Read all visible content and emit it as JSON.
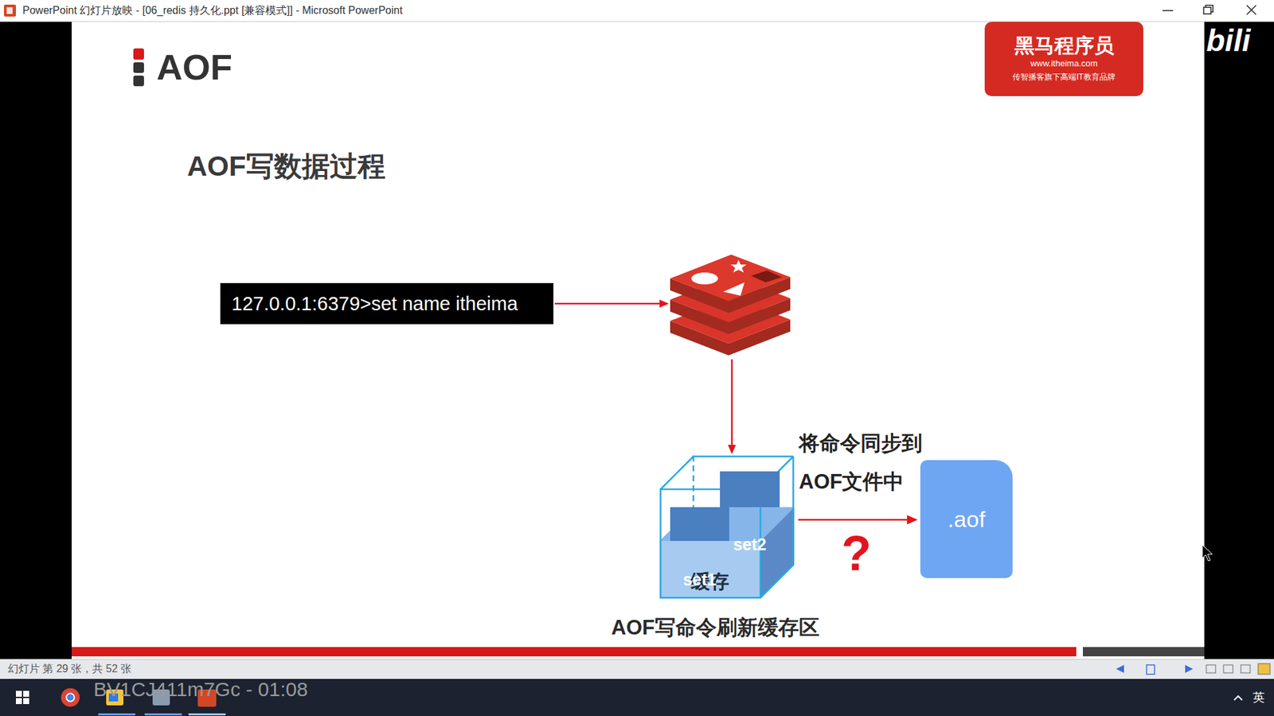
{
  "diagram": {
    "title": "AOF",
    "nodes": [
      {
        "text": [
          "黑马程序员",
          "www.itheima.com",
          "传智播客旗下高端IT教育品牌"
        ]
      },
      {
        "text": [
          "127.0.0.1:6379>set name itheima"
        ]
      },
      {
        "text": [
          "缓存"
        ]
      },
      {
        "text": [
          "set2"
        ],
        "in": 2
      },
      {
        "text": [
          "set1"
        ],
        "in": 2
      },
      {
        "text": [
          ".aof"
        ]
      }
    ],
    "edges": [
      {
        "from": 2,
        "to": 5,
        "arrow": "to",
        "label": "将命令同步到 AOF文件中"
      }
    ],
    "labels": [
      "PowerPoint 幻灯片放映 - [06_redis 持久化.ppt [兼容模式]] - Microsoft PowerPoint",
      "AOF写数据过程",
      "bili",
      "?",
      "AOF写命令刷新缓存区",
      "幻灯片 第 29 张，共 52 张",
      "BV1CJ411m7Gc - 01:08",
      "英"
    ]
  }
}
